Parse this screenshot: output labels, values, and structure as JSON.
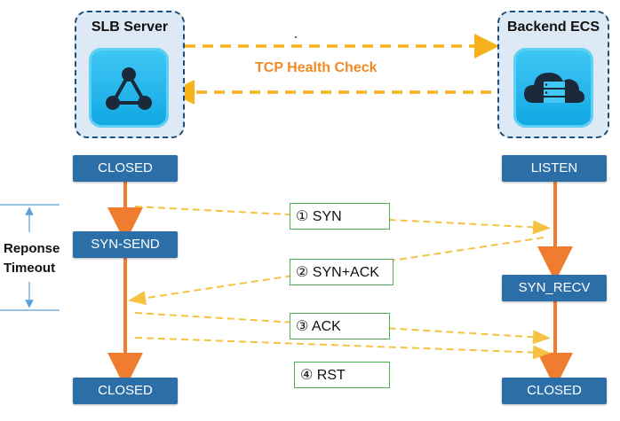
{
  "left_host": {
    "title": "SLB Server",
    "icon": "network-nodes-icon"
  },
  "right_host": {
    "title": "Backend ECS",
    "icon": "cloud-server-icon"
  },
  "health_check_label": "TCP Health Check",
  "timeout_label": {
    "line1": "Reponse",
    "line2": "Timeout"
  },
  "left_states": [
    "CLOSED",
    "SYN-SEND",
    "CLOSED"
  ],
  "right_states": [
    "LISTEN",
    "SYN_RECV",
    "CLOSED"
  ],
  "messages": [
    "① SYN",
    "② SYN+ACK",
    "③ ACK",
    "④ RST"
  ],
  "colors": {
    "state_box": "#2c6ea8",
    "arrow": "#f07c30",
    "dashed": "#f5c242",
    "health_arrow": "#f5b21a",
    "message_border": "#4caf50"
  }
}
